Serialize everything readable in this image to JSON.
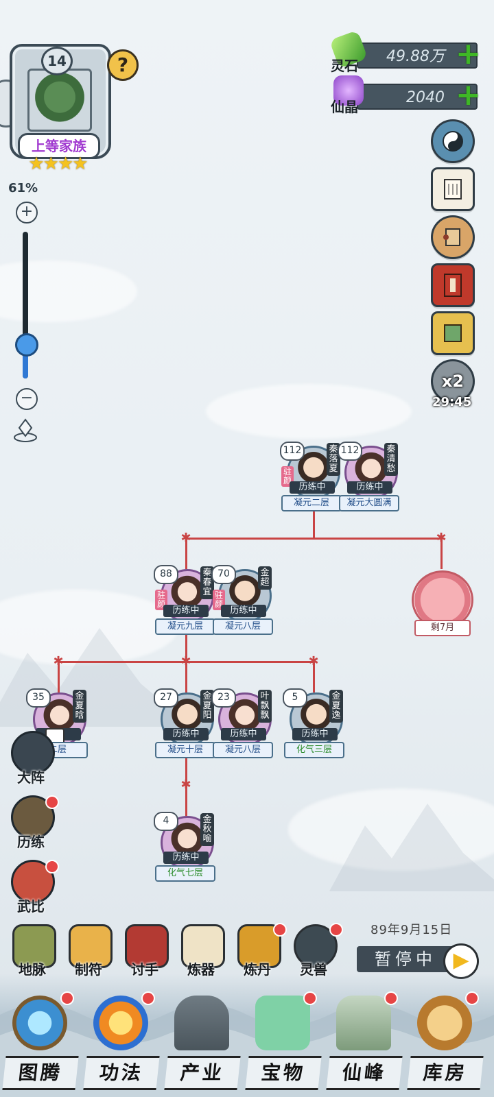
{
  "family": {
    "level": "14",
    "rank": "上等家族",
    "stars": "★★★★"
  },
  "zoom": {
    "percent": "61%",
    "plus": "+",
    "minus": "−",
    "level_fraction": 0.61
  },
  "currency": {
    "spirit_stone": {
      "label": "灵石",
      "value": "49.88万"
    },
    "immortal_crystal": {
      "label": "仙晶",
      "value": "2040"
    }
  },
  "side_icons": {
    "speed_multiplier": "x2",
    "speed_timer": "29:45"
  },
  "tree": {
    "gen1": [
      {
        "age": "112",
        "name": "秦落夏",
        "status": "历练中",
        "resident": "驻颜",
        "realm": "凝元二层"
      },
      {
        "age": "112",
        "name": "秦清愁",
        "status": "历练中",
        "realm": "凝元大圆满"
      }
    ],
    "gen2": [
      {
        "age": "88",
        "name": "秦春宜",
        "status": "历练中",
        "resident": "驻颜",
        "realm": "凝元九层"
      },
      {
        "age": "70",
        "name": "金超",
        "status": "历练中",
        "resident": "驻颜",
        "realm": "凝元八层"
      }
    ],
    "embryo": {
      "label": "剩7月"
    },
    "gen3": [
      {
        "age": "35",
        "name": "金夏晗",
        "status": "中",
        "realm": "二层"
      },
      {
        "age": "27",
        "name": "金夏阳",
        "status": "历练中",
        "realm": "凝元十层"
      },
      {
        "age": "23",
        "name": "叶飘飘",
        "status": "历练中",
        "realm": "凝元八层"
      },
      {
        "age": "5",
        "name": "金夏逸",
        "status": "历练中",
        "realm": "化气三层"
      }
    ],
    "gen4": [
      {
        "age": "4",
        "name": "金秋喻",
        "status": "历练中",
        "realm": "化气七层"
      }
    ]
  },
  "left_actions": [
    {
      "label": "大阵"
    },
    {
      "label": "历练"
    },
    {
      "label": "武比"
    }
  ],
  "tools": [
    {
      "label": "地脉"
    },
    {
      "label": "制符"
    },
    {
      "label": "讨手"
    },
    {
      "label": "炼器"
    },
    {
      "label": "炼丹"
    },
    {
      "label": "灵兽"
    }
  ],
  "game_time": {
    "date": "89年9月15日",
    "pause_label": "暂停中",
    "play": "▶"
  },
  "nav": [
    {
      "label": "图腾"
    },
    {
      "label": "功法"
    },
    {
      "label": "产业"
    },
    {
      "label": "宝物"
    },
    {
      "label": "仙峰"
    },
    {
      "label": "库房"
    }
  ],
  "colors": {
    "spirit_green": "#3fb726",
    "tree_line": "#c94444",
    "notify_red": "#e64545",
    "rank_purple": "#a13ad0"
  }
}
